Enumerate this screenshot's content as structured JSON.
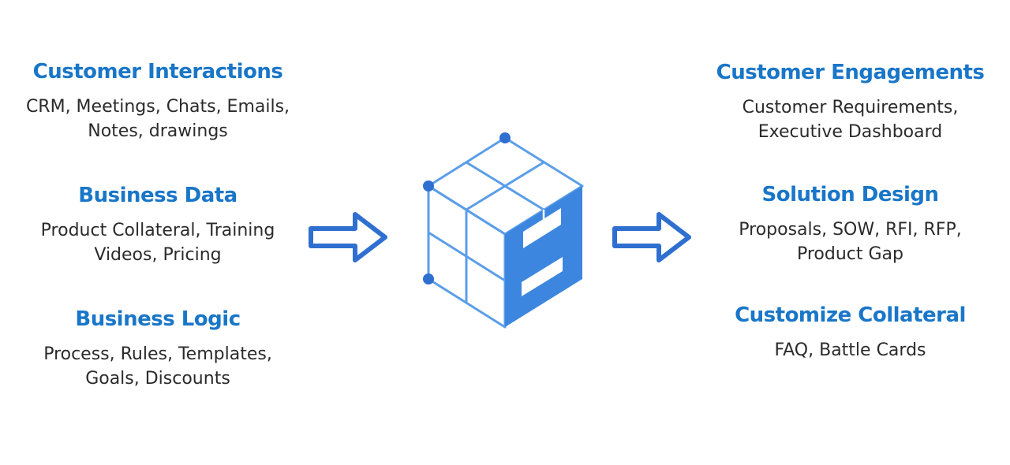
{
  "colors": {
    "heading": "#1976c8",
    "body_text": "#2b2b2b",
    "accent": "#3d86df",
    "accent_dark": "#2f6fd0",
    "grid_line": "#5b9ee8"
  },
  "inputs": [
    {
      "title": "Customer Interactions",
      "lines": [
        "CRM, Meetings, Chats, Emails,",
        "Notes, drawings"
      ]
    },
    {
      "title": "Business Data",
      "lines": [
        "Product Collateral, Training",
        "Videos, Pricing"
      ]
    },
    {
      "title": "Business Logic",
      "lines": [
        "Process, Rules, Templates,",
        "Goals, Discounts"
      ]
    }
  ],
  "outputs": [
    {
      "title": "Customer Engagements",
      "lines": [
        "Customer Requirements,",
        "Executive Dashboard"
      ]
    },
    {
      "title": "Solution Design",
      "lines": [
        "Proposals, SOW, RFI, RFP,",
        "Product Gap"
      ]
    },
    {
      "title": "Customize Collateral",
      "lines": [
        "FAQ, Battle Cards"
      ]
    }
  ],
  "icons": {
    "input_arrow": "right-arrow-outline-icon",
    "center": "cube-logo-icon",
    "output_arrow": "right-arrow-outline-icon"
  }
}
